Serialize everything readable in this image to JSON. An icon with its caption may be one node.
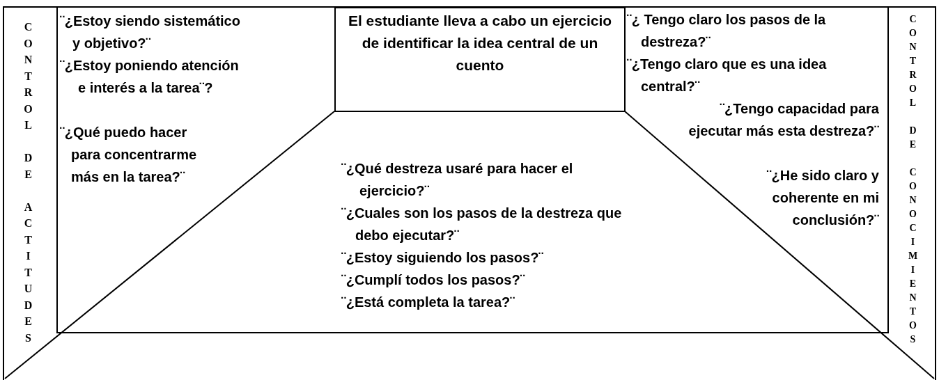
{
  "diagram": {
    "nodes": [
      {
        "text": [
          "El estudiante lleva a cabo un ejercicio de identificar la idea central de un cuento"
        ]
      }
    ],
    "labels": [
      "CONTROL DE ACTITUDES",
      "¨¿Estoy siendo sistemático y objetivo?¨",
      "¨¿Estoy poniendo atención e interés a la tarea¨?",
      "¨¿Qué puedo hacer para concentrarme más en la tarea?¨",
      "¨¿Qué destreza usaré para hacer el ejercicio?¨",
      "¨¿Cuales son los pasos de la destreza que debo ejecutar?¨",
      "¨¿Estoy siguiendo los pasos?¨",
      "¨¿Cumplí todos los pasos?¨",
      "¨¿Está completa la tarea?¨",
      "¨¿ Tengo claro los pasos de la destreza?¨",
      "¨¿Tengo claro que es una idea central?¨",
      "¨¿Tengo capacidad para ejecutar más esta destreza?¨",
      "¨¿He sido claro y coherente en mi conclusión?¨",
      "CONTROL DE CONOCIMIENTOS"
    ]
  }
}
